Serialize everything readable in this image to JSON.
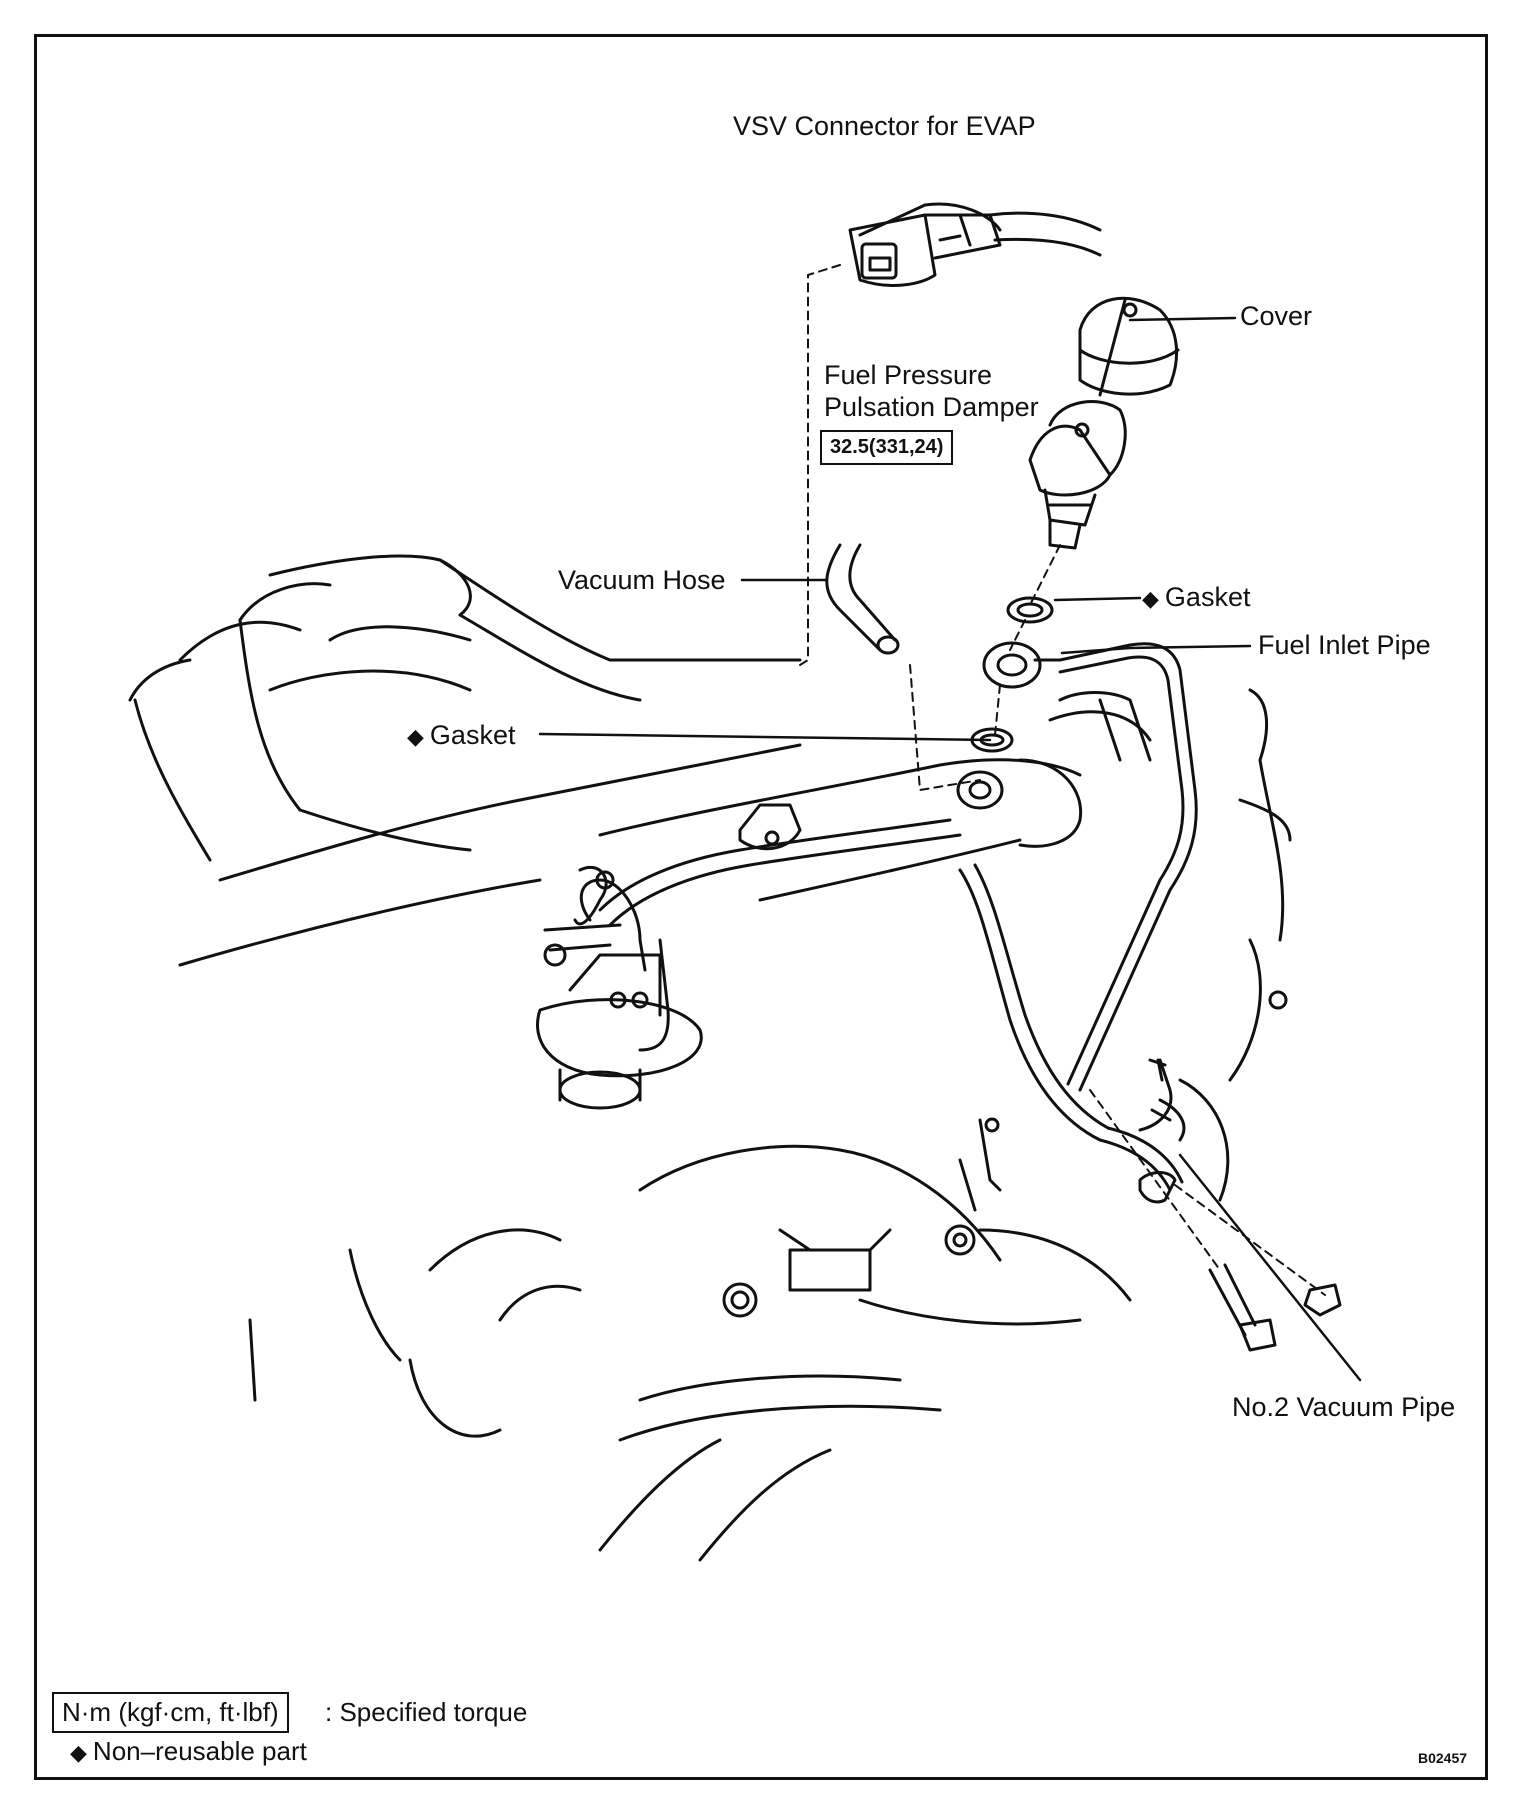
{
  "labels": {
    "vsv_connector": "VSV Connector for EVAP",
    "cover": "Cover",
    "damper_line1": "Fuel Pressure",
    "damper_line2": "Pulsation Damper",
    "damper_torque": "32.5(331,24)",
    "vacuum_hose": "Vacuum Hose",
    "gasket_upper": "Gasket",
    "fuel_inlet_pipe": "Fuel Inlet Pipe",
    "gasket_lower": "Gasket",
    "no2_vacuum_pipe": "No.2 Vacuum Pipe"
  },
  "legend": {
    "torque_unit": "N·m (kgf·cm, ft·lbf)",
    "torque_desc": ": Specified torque",
    "nonreusable": "Non–reusable part",
    "diamond": "◆"
  },
  "figure_code": "B02457",
  "colors": {
    "line": "#111111",
    "background": "#ffffff"
  }
}
